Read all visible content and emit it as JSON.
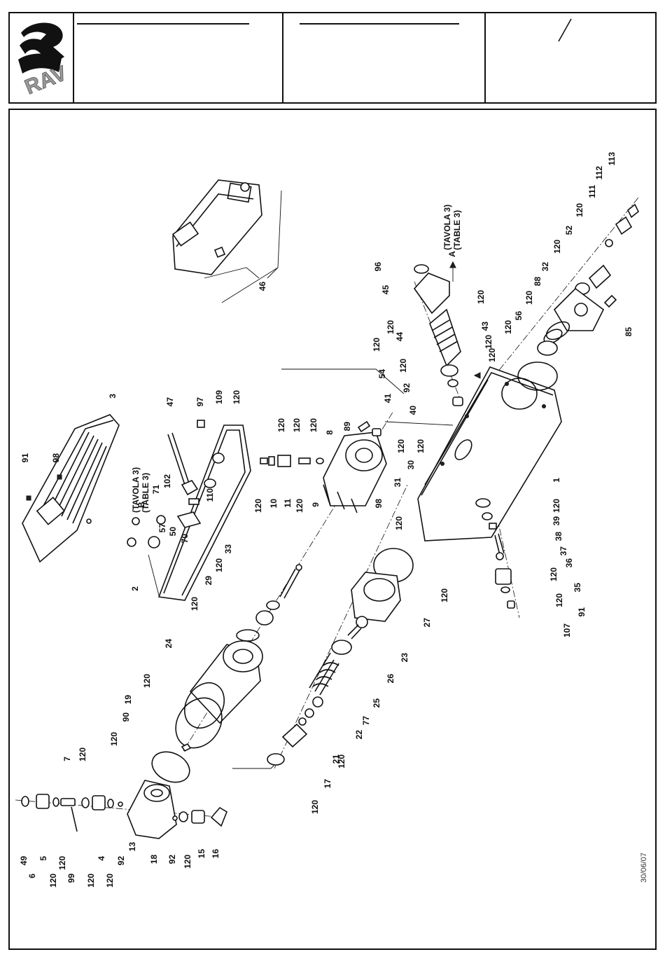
{
  "header": {
    "logo_text": "RAV",
    "slash": "/"
  },
  "footer": {
    "date": "30/06/07"
  },
  "callouts": [
    {
      "id": "c113",
      "text": "113"
    },
    {
      "id": "c112",
      "text": "112"
    },
    {
      "id": "c111",
      "text": "111"
    },
    {
      "id": "c120a",
      "text": "120"
    },
    {
      "id": "c52",
      "text": "52"
    },
    {
      "id": "c120b",
      "text": "120"
    },
    {
      "id": "c32",
      "text": "32"
    },
    {
      "id": "c88",
      "text": "88"
    },
    {
      "id": "c120c",
      "text": "120"
    },
    {
      "id": "c56",
      "text": "56"
    },
    {
      "id": "c120d",
      "text": "120"
    },
    {
      "id": "c85",
      "text": "85"
    },
    {
      "id": "c96",
      "text": "96"
    },
    {
      "id": "c45",
      "text": "45"
    },
    {
      "id": "c120e",
      "text": "120"
    },
    {
      "id": "c120f",
      "text": "120"
    },
    {
      "id": "c43",
      "text": "43"
    },
    {
      "id": "c120g",
      "text": "120"
    },
    {
      "id": "c120h",
      "text": "120"
    },
    {
      "id": "c44",
      "text": "44"
    },
    {
      "id": "c120i",
      "text": "120"
    },
    {
      "id": "c54",
      "text": "54"
    },
    {
      "id": "c120j",
      "text": "120"
    },
    {
      "id": "c92a",
      "text": "92"
    },
    {
      "id": "c41",
      "text": "41"
    },
    {
      "id": "c40",
      "text": "40"
    },
    {
      "id": "c46",
      "text": "46"
    },
    {
      "id": "c3",
      "text": "3"
    },
    {
      "id": "c91a",
      "text": "91"
    },
    {
      "id": "c98a",
      "text": "98"
    },
    {
      "id": "c47",
      "text": "47"
    },
    {
      "id": "c97",
      "text": "97"
    },
    {
      "id": "c109",
      "text": "109"
    },
    {
      "id": "c120k",
      "text": "120"
    },
    {
      "id": "c120l",
      "text": "120"
    },
    {
      "id": "c120m",
      "text": "120"
    },
    {
      "id": "c120n",
      "text": "120"
    },
    {
      "id": "c8",
      "text": "8"
    },
    {
      "id": "c89",
      "text": "89"
    },
    {
      "id": "c120o",
      "text": "120"
    },
    {
      "id": "c120p",
      "text": "120"
    },
    {
      "id": "c30",
      "text": "30"
    },
    {
      "id": "c31",
      "text": "31"
    },
    {
      "id": "c120q",
      "text": "120"
    },
    {
      "id": "c10",
      "text": "10"
    },
    {
      "id": "c11",
      "text": "11"
    },
    {
      "id": "c120r",
      "text": "120"
    },
    {
      "id": "c9",
      "text": "9"
    },
    {
      "id": "c98b",
      "text": "98"
    },
    {
      "id": "c120s",
      "text": "120"
    },
    {
      "id": "c110",
      "text": "110"
    },
    {
      "id": "c102",
      "text": "102"
    },
    {
      "id": "c71",
      "text": "71"
    },
    {
      "id": "c57",
      "text": "57"
    },
    {
      "id": "c50",
      "text": "50"
    },
    {
      "id": "c70",
      "text": "70"
    },
    {
      "id": "c2",
      "text": "2"
    },
    {
      "id": "c1",
      "text": "1"
    },
    {
      "id": "c120t",
      "text": "120"
    },
    {
      "id": "c39",
      "text": "39"
    },
    {
      "id": "c38",
      "text": "38"
    },
    {
      "id": "c37",
      "text": "37"
    },
    {
      "id": "c36",
      "text": "36"
    },
    {
      "id": "c120u",
      "text": "120"
    },
    {
      "id": "c35",
      "text": "35"
    },
    {
      "id": "c120v",
      "text": "120"
    },
    {
      "id": "c91b",
      "text": "91"
    },
    {
      "id": "c107",
      "text": "107"
    },
    {
      "id": "c33",
      "text": "33"
    },
    {
      "id": "c120w",
      "text": "120"
    },
    {
      "id": "c29",
      "text": "29"
    },
    {
      "id": "c120x",
      "text": "120"
    },
    {
      "id": "c120y",
      "text": "120"
    },
    {
      "id": "c27",
      "text": "27"
    },
    {
      "id": "c24",
      "text": "24"
    },
    {
      "id": "c23",
      "text": "23"
    },
    {
      "id": "c26",
      "text": "26"
    },
    {
      "id": "c25",
      "text": "25"
    },
    {
      "id": "c77",
      "text": "77"
    },
    {
      "id": "c22",
      "text": "22"
    },
    {
      "id": "c21",
      "text": "21"
    },
    {
      "id": "c120z",
      "text": "120"
    },
    {
      "id": "c17",
      "text": "17"
    },
    {
      "id": "c120aa",
      "text": "120"
    },
    {
      "id": "c120ab",
      "text": "120"
    },
    {
      "id": "c19",
      "text": "19"
    },
    {
      "id": "c90",
      "text": "90"
    },
    {
      "id": "c120ac",
      "text": "120"
    },
    {
      "id": "c7",
      "text": "7"
    },
    {
      "id": "c120ad",
      "text": "120"
    },
    {
      "id": "c49",
      "text": "49"
    },
    {
      "id": "c6",
      "text": "6"
    },
    {
      "id": "c5",
      "text": "5"
    },
    {
      "id": "c120ae",
      "text": "120"
    },
    {
      "id": "c120af",
      "text": "120"
    },
    {
      "id": "c99",
      "text": "99"
    },
    {
      "id": "c120ag",
      "text": "120"
    },
    {
      "id": "c4",
      "text": "4"
    },
    {
      "id": "c120ah",
      "text": "120"
    },
    {
      "id": "c92b",
      "text": "92"
    },
    {
      "id": "c13",
      "text": "13"
    },
    {
      "id": "c18",
      "text": "18"
    },
    {
      "id": "c92c",
      "text": "92"
    },
    {
      "id": "c120ai",
      "text": "120"
    },
    {
      "id": "c15",
      "text": "15"
    },
    {
      "id": "c16",
      "text": "16"
    }
  ],
  "table_refs": {
    "tavola_a": "(TAVOLA 3)",
    "table_a": "(TABLE 3)",
    "arrow_a": "A",
    "tavola_b": "(TAVOLA 3)",
    "table_b": "(TABLE 3)",
    "arrow_b": "B"
  }
}
